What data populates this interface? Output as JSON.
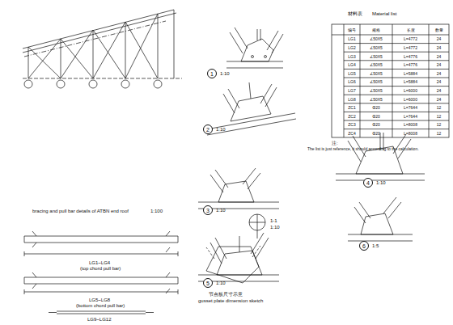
{
  "diagram": {
    "nodes": [
      {
        "text": [
          "1"
        ]
      },
      {
        "text": [
          "2"
        ]
      },
      {
        "text": [
          "3"
        ]
      },
      {
        "text": [
          "4"
        ]
      },
      {
        "text": [
          "5"
        ]
      },
      {
        "text": [
          "6"
        ]
      }
    ],
    "labels": [
      "bracing and pull bar details of ATBN end roof",
      "1:100",
      "LG1~LG4",
      "(top chord pull bar)",
      "LG5~LG8",
      "(bottom chord pull bar)",
      "LG9~LG12",
      "1:10",
      "1:10",
      "1:10",
      "1:10",
      "1:10",
      "1:5",
      "1-1",
      "1:10",
      "节点板尺寸示意",
      "gusset plate dimension sketch",
      "材料表",
      "Material list",
      "注:",
      "The list is just reference, it should according to the calculation.",
      "编号",
      "规格",
      "长度",
      "数量",
      "LG1",
      "∠50X5",
      "L=4772",
      "24",
      "LG2",
      "∠50X5",
      "L=4772",
      "24",
      "LG3",
      "∠50X5",
      "L=4776",
      "24",
      "LG4",
      "∠50X5",
      "L=4776",
      "24",
      "LG5",
      "∠50X5",
      "L=5884",
      "24",
      "LG6",
      "∠50X5",
      "L=5884",
      "24",
      "LG7",
      "∠50X5",
      "L=6000",
      "24",
      "LG8",
      "∠50X5",
      "L=6000",
      "24",
      "ZC1",
      "Φ20",
      "L=7644",
      "12",
      "ZC2",
      "Φ20",
      "L=7644",
      "12",
      "ZC3",
      "Φ20",
      "L=8008",
      "12",
      "ZC4",
      "Φ20",
      "L=8008",
      "12"
    ]
  }
}
